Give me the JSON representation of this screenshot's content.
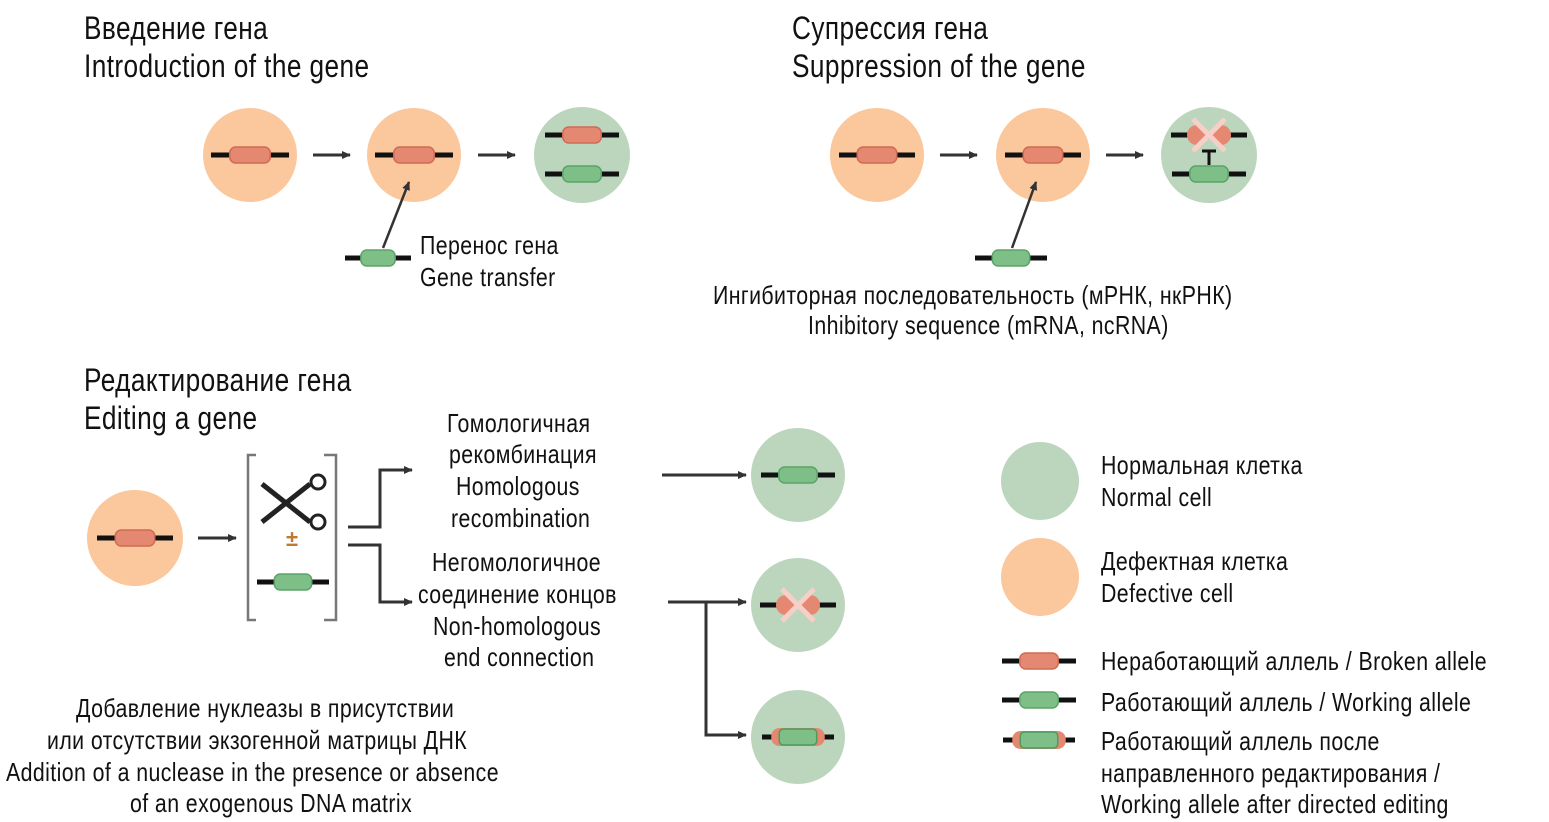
{
  "colors": {
    "defective_cell": "#fbc79d",
    "normal_cell": "#bcd6be",
    "broken_allele": "#e58872",
    "working_allele": "#7ebf88",
    "dna_line": "#111111",
    "arrow": "#333333"
  },
  "sections": {
    "introduction": {
      "title_ru": "Введение гена",
      "title_en": "Introduction of the gene",
      "label_ru": "Перенос гена",
      "label_en": "Gene transfer"
    },
    "suppression": {
      "title_ru": "Супрессия гена",
      "title_en": "Suppression of the gene",
      "label_ru": "Ингибиторная последовательность (мРНК, нкРНК)",
      "label_en": "Inhibitory sequence (mRNA, ncRNA)"
    },
    "editing": {
      "title_ru": "Редактирование гена",
      "title_en": "Editing a gene",
      "plusminus": "±",
      "homologous": [
        "Гомологичная",
        "рекомбинация",
        "Homologous",
        "recombination"
      ],
      "nonhomologous": [
        "Негомологичное",
        "соединение концов",
        "Non-homologous",
        "end connection"
      ],
      "caption": [
        "Добавление нуклеазы в присутствии",
        "или отсутствии экзогенной матрицы ДНК",
        "Addition of a nuclease in the presence or absence",
        "of an exogenous DNA matrix"
      ]
    }
  },
  "legend": {
    "normal_cell": [
      "Нормальная клетка",
      "Normal cell"
    ],
    "defective_cell": [
      "Дефектная клетка",
      "Defective cell"
    ],
    "broken_allele": "Неработающий аллель / Broken allele",
    "working_allele": "Работающий аллель / Working allele",
    "edited_allele": [
      "Работающий аллель после",
      "направленного редактирования /",
      "Working allele after directed editing"
    ]
  }
}
